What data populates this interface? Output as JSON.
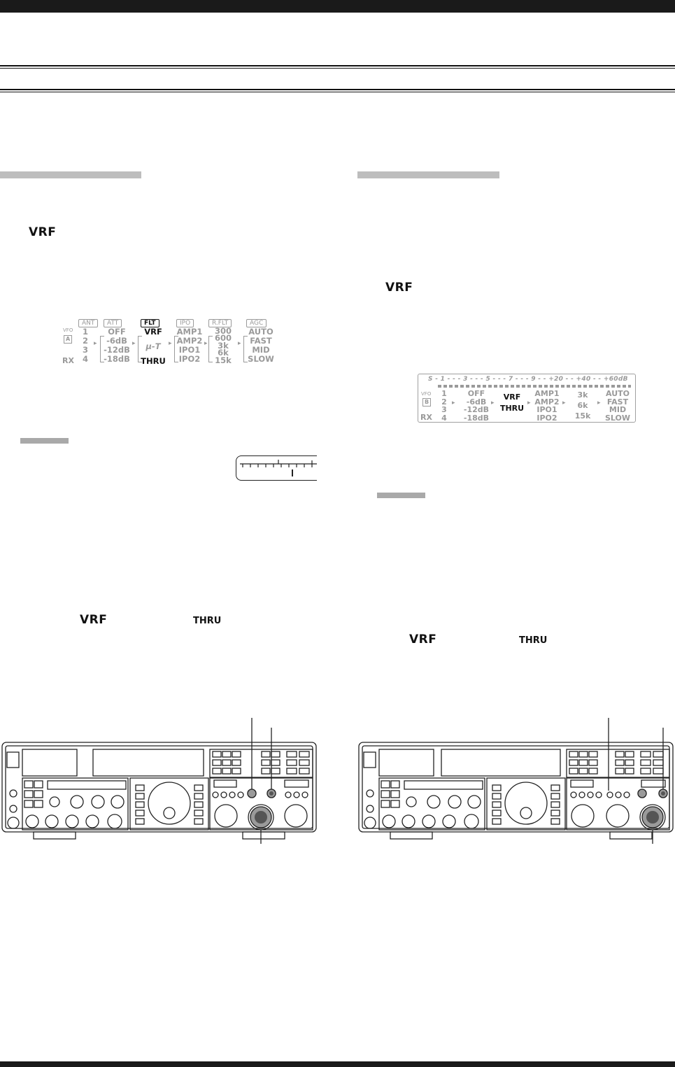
{
  "page": {
    "colors": {
      "bars": "#1a1a1a",
      "section_bar": "#bdbdbd",
      "panel_text": "#9a9a9a"
    }
  },
  "left_section": {
    "vrf_label": "VRF",
    "display_panel": {
      "headers": [
        "ANT",
        "ATT",
        "FLT",
        "IPO",
        "R.FLT",
        "AGC"
      ],
      "vfo": "VFO",
      "vfo_id": "A",
      "rx": "RX",
      "ant": [
        "1",
        "2",
        "3",
        "4"
      ],
      "att": [
        "OFF",
        "-6dB",
        "-12dB",
        "-18dB"
      ],
      "flt": [
        "VRF",
        "μ-T",
        "THRU"
      ],
      "ipo": [
        "AMP1",
        "AMP2",
        "IPO1",
        "IPO2"
      ],
      "rflt": [
        "300",
        "600",
        "3k",
        "6k",
        "15k"
      ],
      "agc": [
        "AUTO",
        "FAST",
        "MID",
        "SLOW"
      ]
    },
    "bottom_vrf": "VRF",
    "bottom_thru": "THRU"
  },
  "right_section": {
    "vrf_label": "VRF",
    "display_panel": {
      "smeter": "S - 1 - - - 3 - - - 5 - - - 7 - - - 9 - - +20 - - +40 - - +60dB",
      "vfo": "VFO",
      "vfo_id": "B",
      "rx": "RX",
      "ant": [
        "1",
        "2",
        "3",
        "4"
      ],
      "att": [
        "OFF",
        "-6dB",
        "-12dB",
        "-18dB"
      ],
      "flt": [
        "VRF",
        "THRU"
      ],
      "ipo": [
        "AMP1",
        "AMP2",
        "IPO1",
        "IPO2"
      ],
      "rflt": [
        "3k",
        "6k",
        "15k"
      ],
      "agc": [
        "AUTO",
        "FAST",
        "MID",
        "SLOW"
      ]
    },
    "bottom_vrf": "VRF",
    "bottom_thru": "THRU"
  }
}
